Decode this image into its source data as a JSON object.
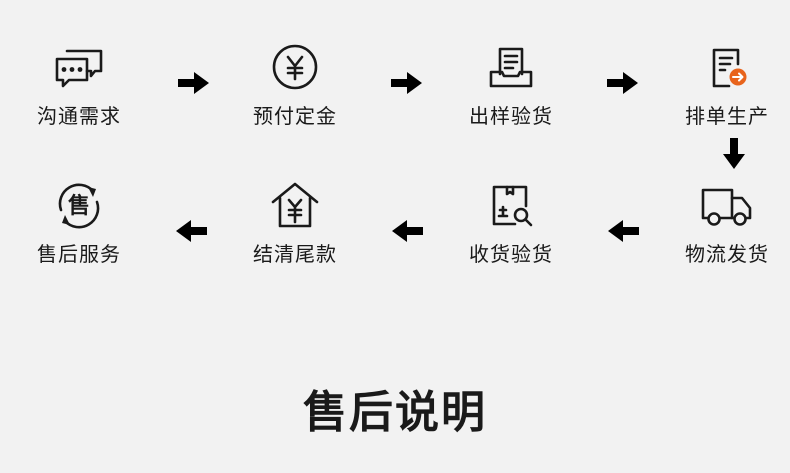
{
  "steps": [
    {
      "label": "沟通需求",
      "icon": "chat-bubbles-icon"
    },
    {
      "label": "预付定金",
      "icon": "yen-coin-icon"
    },
    {
      "label": "出样验货",
      "icon": "document-tray-icon"
    },
    {
      "label": "排单生产",
      "icon": "document-arrow-icon"
    },
    {
      "label": "物流发货",
      "icon": "delivery-truck-icon"
    },
    {
      "label": "收货验货",
      "icon": "box-search-icon"
    },
    {
      "label": "结清尾款",
      "icon": "yen-house-icon"
    },
    {
      "label": "售后服务",
      "icon": "service-circle-icon"
    }
  ],
  "service_glyph": "售",
  "title": "售后说明",
  "colors": {
    "accent": "#e8641c",
    "text": "#1a1a1a",
    "background": "#f2f2f2"
  }
}
